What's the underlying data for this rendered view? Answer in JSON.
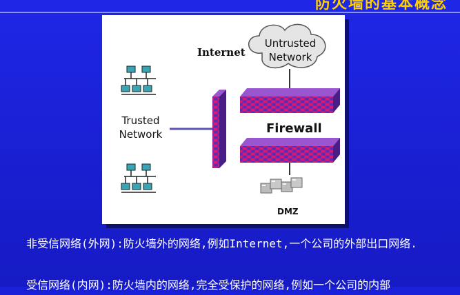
{
  "slide": {
    "title": "防火墙的基本概念",
    "colors": {
      "background": "#1a20d8",
      "title": "#ffd000",
      "text": "#ffffff",
      "wall": "#7a2ea8"
    }
  },
  "diagram": {
    "internet_label": "Internet",
    "untrusted_network_label": [
      "Untrusted",
      "Network"
    ],
    "trusted_network_label": [
      "Trusted",
      "Network"
    ],
    "firewall_label": "Firewall",
    "dmz_label": "DMZ",
    "icons": [
      "network-topology-icon",
      "network-topology-icon",
      "cloud-icon",
      "server-group-icon"
    ]
  },
  "description": {
    "untrusted_para": "非受信网络(外网):防火墙外的网络,例如Internet,一个公司的外部出口网络.",
    "trusted_para": "受信网络(内网):防火墙内的网络,完全受保护的网络,例如一个公司的内部"
  }
}
